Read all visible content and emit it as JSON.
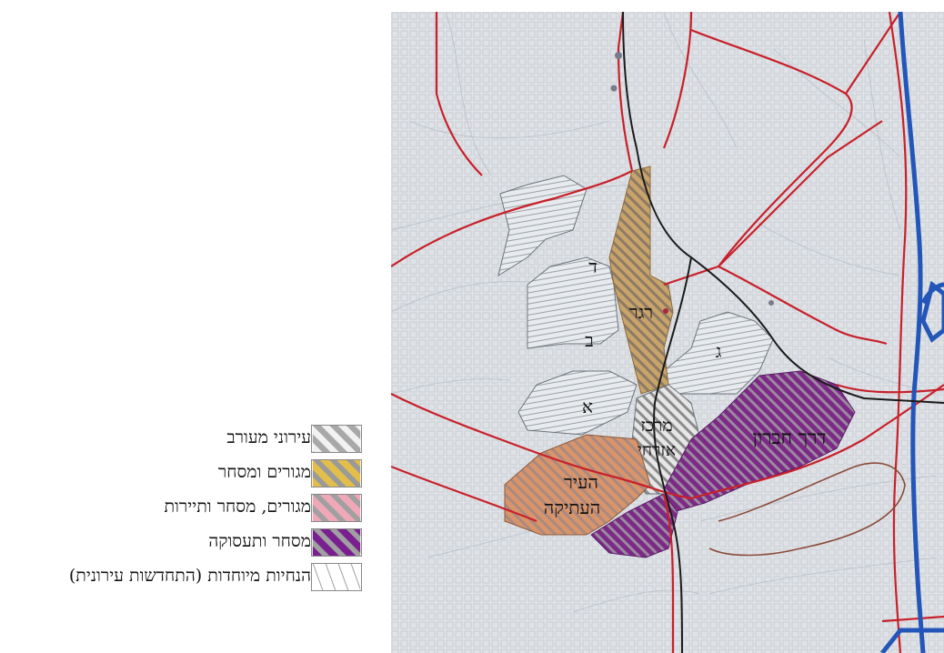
{
  "legend": {
    "items": [
      {
        "label": "עירוני מעורב",
        "pattern": "mixed-urban",
        "colors": [
          "#f2f2f2",
          "#a8a8a8"
        ]
      },
      {
        "label": "מגורים ומסחר",
        "pattern": "residential-commercial",
        "colors": [
          "#e3be4a",
          "#9a9a9a"
        ]
      },
      {
        "label": "מגורים, מסחר ותיירות",
        "pattern": "residential-commercial-tourism",
        "colors": [
          "#f0a8b8",
          "#a0a0a0"
        ]
      },
      {
        "label": "מסחר ותעסוקה",
        "pattern": "commerce-employment",
        "colors": [
          "#7a1f8f",
          "#a0a0a0"
        ]
      },
      {
        "label": "הנחיות מיוחדות (התחדשות עירונית)",
        "pattern": "special-guidelines",
        "colors": [
          "#ffffff",
          "#9a9a9a"
        ]
      }
    ]
  },
  "map": {
    "labels": {
      "dalet": "ד",
      "regev": "רגר",
      "bet": "ב",
      "gimel": "ג",
      "alef": "א",
      "civic_center_1": "מרכז",
      "civic_center_2": "אזרחי",
      "hebron_road": "דרך חברון",
      "old_city_1": "העיר",
      "old_city_2": "העתיקה"
    },
    "colors": {
      "background": "#dfe3e7",
      "roads": "#c8202a",
      "highway": "#2356b8",
      "railway": "#1a1a1a",
      "purple_zone": "#7d2a86",
      "brown_zone": "#c98a5a",
      "tan_zone": "#b89058",
      "grey_zone": "#8c8c8c"
    }
  }
}
